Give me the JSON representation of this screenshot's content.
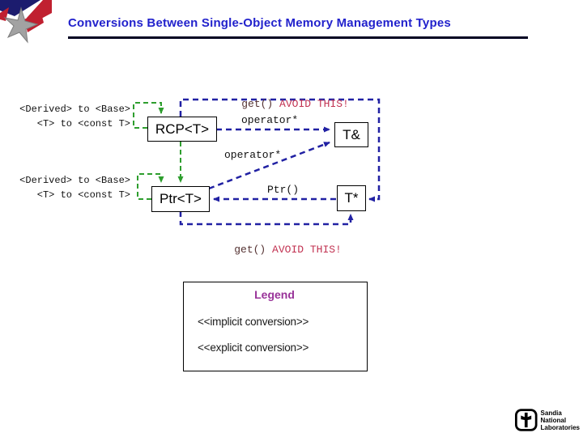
{
  "slide": {
    "title": "Conversions Between Single-Object Memory Management Types"
  },
  "diagram": {
    "boxes": [
      {
        "id": "rcp",
        "label": "RCP<T>"
      },
      {
        "id": "tref",
        "label": "T&"
      },
      {
        "id": "ptr",
        "label": "Ptr<T>"
      },
      {
        "id": "tptr",
        "label": "T*"
      }
    ],
    "edge_labels": {
      "get_top": "get()",
      "avoid_top": " AVOID THIS!",
      "operator_rcp_to_tref": "operator*",
      "operator_ptr_to_tref": "operator*",
      "ptr_ctor": "Ptr()",
      "get_bottom": "get()",
      "avoid_bottom": " AVOID THIS!"
    },
    "conversion_notes": {
      "rcp_line1": "<Derived> to <Base>",
      "rcp_line2": "<T> to <const T>",
      "ptr_line1": "<Derived> to <Base>",
      "ptr_line2": "<T> to <const T>"
    },
    "colors": {
      "implicit_arrow": "#2e9e2e",
      "explicit_arrow": "#2121a3",
      "avoid_text": "#c23352",
      "get_text": "#553333",
      "title_text": "#2222cc",
      "legend_title": "#993399"
    }
  },
  "legend": {
    "title": "Legend",
    "implicit_label": "<<implicit conversion>>",
    "explicit_label": "<<explicit conversion>>"
  },
  "footer": {
    "logo_line1": "Sandia",
    "logo_line2": "National",
    "logo_line3": "Laboratories"
  }
}
